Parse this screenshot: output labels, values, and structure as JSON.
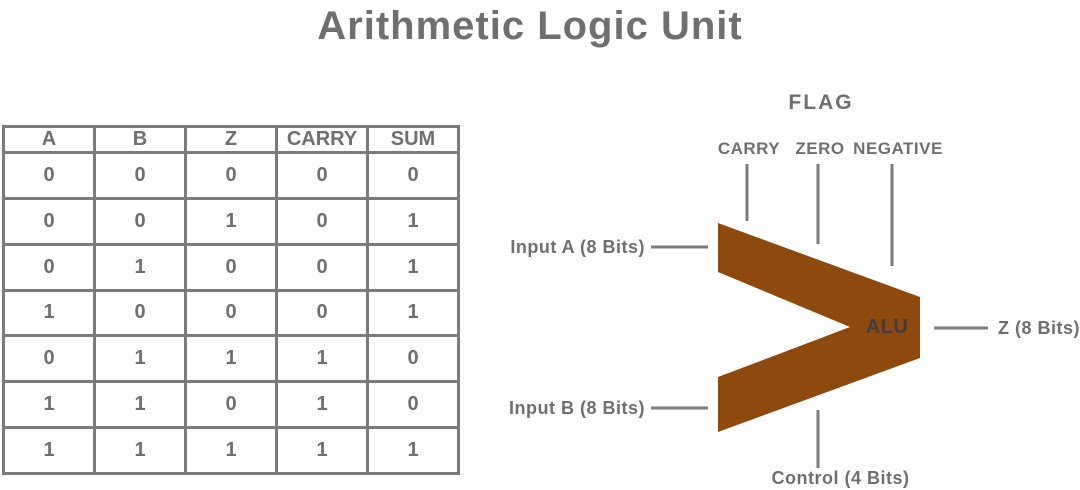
{
  "title": "Arithmetic Logic Unit",
  "truth_table": {
    "headers": [
      "A",
      "B",
      "Z",
      "CARRY",
      "SUM"
    ],
    "rows": [
      [
        "0",
        "0",
        "0",
        "0",
        "0"
      ],
      [
        "0",
        "0",
        "1",
        "0",
        "1"
      ],
      [
        "0",
        "1",
        "0",
        "0",
        "1"
      ],
      [
        "1",
        "0",
        "0",
        "0",
        "1"
      ],
      [
        "0",
        "1",
        "1",
        "1",
        "0"
      ],
      [
        "1",
        "1",
        "0",
        "1",
        "0"
      ],
      [
        "1",
        "1",
        "1",
        "1",
        "1"
      ]
    ]
  },
  "diagram": {
    "flag_title": "FLAG",
    "flags": [
      "CARRY",
      "ZERO",
      "NEGATIVE"
    ],
    "alu_label": "ALU",
    "input_a_label": "Input A (8 Bits)",
    "input_b_label": "Input B (8 Bits)",
    "output_label": "Z (8 Bits)",
    "control_label": "Control (4 Bits)",
    "colors": {
      "alu_fill": "#8E4A0E",
      "line": "#7B7B7B",
      "text": "#6F6F6F",
      "alu_text": "#3F3F3F"
    }
  }
}
